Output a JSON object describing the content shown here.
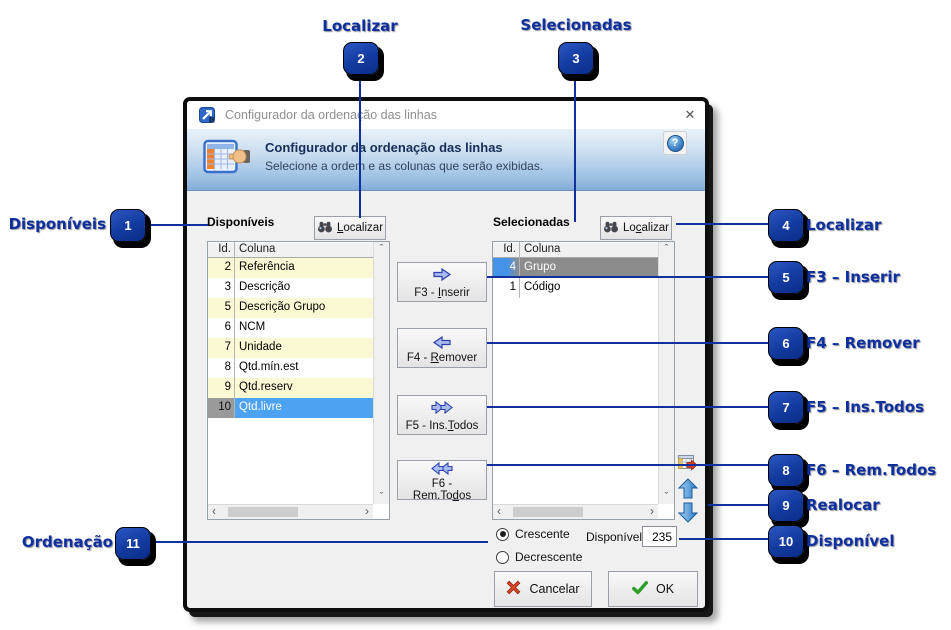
{
  "callouts": {
    "badges": [
      {
        "n": "1",
        "label": "Disponíveis"
      },
      {
        "n": "2",
        "label": "Localizar"
      },
      {
        "n": "3",
        "label": "Selecionadas"
      },
      {
        "n": "4",
        "label": "Localizar"
      },
      {
        "n": "5",
        "label": "F3 – Inserir"
      },
      {
        "n": "6",
        "label": "F4 – Remover"
      },
      {
        "n": "7",
        "label": "F5 – Ins.Todos"
      },
      {
        "n": "8",
        "label": "F6 – Rem.Todos"
      },
      {
        "n": "9",
        "label": "Realocar"
      },
      {
        "n": "10",
        "label": "Disponível"
      },
      {
        "n": "11",
        "label": "Ordenação"
      }
    ]
  },
  "dialog": {
    "titlebar": {
      "title": "Configurador da ordenação das linhas",
      "close_glyph": "✕"
    },
    "header": {
      "title": "Configurador da ordenação das linhas",
      "subtitle": "Selecione a ordem e as colunas que serão exibidas.",
      "help_glyph": "?"
    },
    "grid_columns": {
      "id": "Id.",
      "name": "Coluna"
    },
    "available": {
      "label": "Disponíveis",
      "find": {
        "pre": "",
        "hot": "L",
        "post": "ocalizar"
      },
      "rows": [
        {
          "id": "2",
          "name": "Referência"
        },
        {
          "id": "3",
          "name": "Descrição"
        },
        {
          "id": "5",
          "name": "Descrição Grupo"
        },
        {
          "id": "6",
          "name": "NCM"
        },
        {
          "id": "7",
          "name": "Unidade"
        },
        {
          "id": "8",
          "name": "Qtd.mín.est"
        },
        {
          "id": "9",
          "name": "Qtd.reserv"
        },
        {
          "id": "10",
          "name": "Qtd.livre"
        }
      ]
    },
    "selected": {
      "label": "Selecionadas",
      "find": {
        "pre": "Lo",
        "hot": "c",
        "post": "alizar"
      },
      "rows": [
        {
          "id": "4",
          "name": "Grupo"
        },
        {
          "id": "1",
          "name": "Código"
        }
      ]
    },
    "move_buttons": {
      "insert": {
        "pre": "F3 - ",
        "hot": "I",
        "post": "nserir"
      },
      "remove": {
        "pre": "F4 - ",
        "hot": "R",
        "post": "emover"
      },
      "insert_all": {
        "pre": "F5 - Ins.",
        "hot": "T",
        "post": "odos"
      },
      "remove_all": {
        "pre": "F6 - Rem.To",
        "hot": "d",
        "post": "os"
      }
    },
    "order": {
      "asc": "Crescente",
      "desc": "Decrescente"
    },
    "count": {
      "label": "Disponível",
      "value": "235"
    },
    "footer": {
      "cancel": "Cancelar",
      "ok": "OK"
    },
    "scroll": {
      "up": "ˆ",
      "down": "ˇ",
      "left": "‹",
      "right": "›"
    }
  },
  "colors": {
    "callout_blue": "#0e2f9e",
    "selection_blue": "#4da2f2",
    "selection_gray": "#8c8c8c",
    "row_cream": "#fbf8d4",
    "header_gradient_bottom": "#85acd8"
  }
}
